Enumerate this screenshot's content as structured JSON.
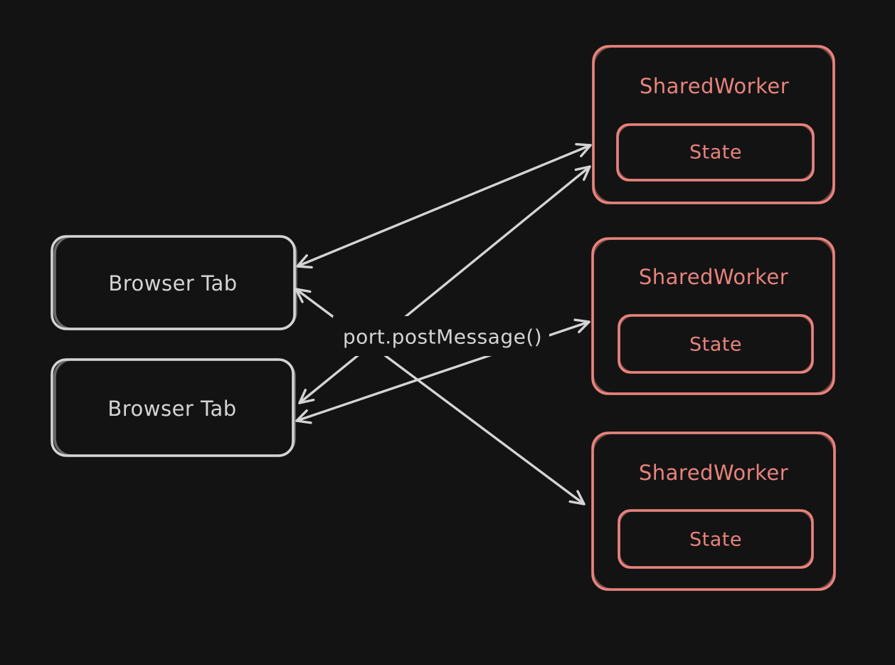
{
  "canvas": {
    "background": "#131313",
    "ink_color": "#d4d4d4",
    "accent_color": "#e8837d"
  },
  "diagram": {
    "center_label": "port.postMessage()",
    "browser_tabs": [
      {
        "label": "Browser Tab"
      },
      {
        "label": "Browser Tab"
      }
    ],
    "shared_workers": [
      {
        "label": "SharedWorker",
        "state_label": "State"
      },
      {
        "label": "SharedWorker",
        "state_label": "State"
      },
      {
        "label": "SharedWorker",
        "state_label": "State"
      }
    ],
    "connections": [
      {
        "from": "browser-tab-1",
        "to": "shared-worker-1",
        "bidirectional": true
      },
      {
        "from": "browser-tab-2",
        "to": "shared-worker-1",
        "bidirectional": true
      },
      {
        "from": "browser-tab-1",
        "to": "shared-worker-3",
        "bidirectional": true
      },
      {
        "from": "browser-tab-2",
        "to": "shared-worker-2",
        "bidirectional": true
      }
    ]
  }
}
